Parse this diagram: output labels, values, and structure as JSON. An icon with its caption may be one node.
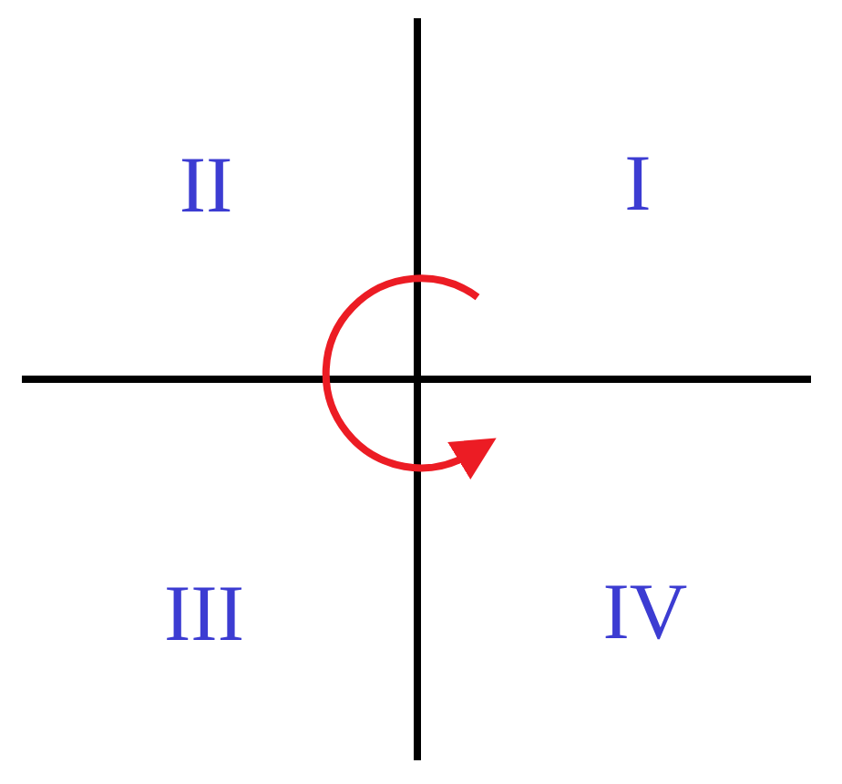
{
  "diagram": {
    "labels": [
      "II",
      "I",
      "III",
      "IV"
    ]
  }
}
